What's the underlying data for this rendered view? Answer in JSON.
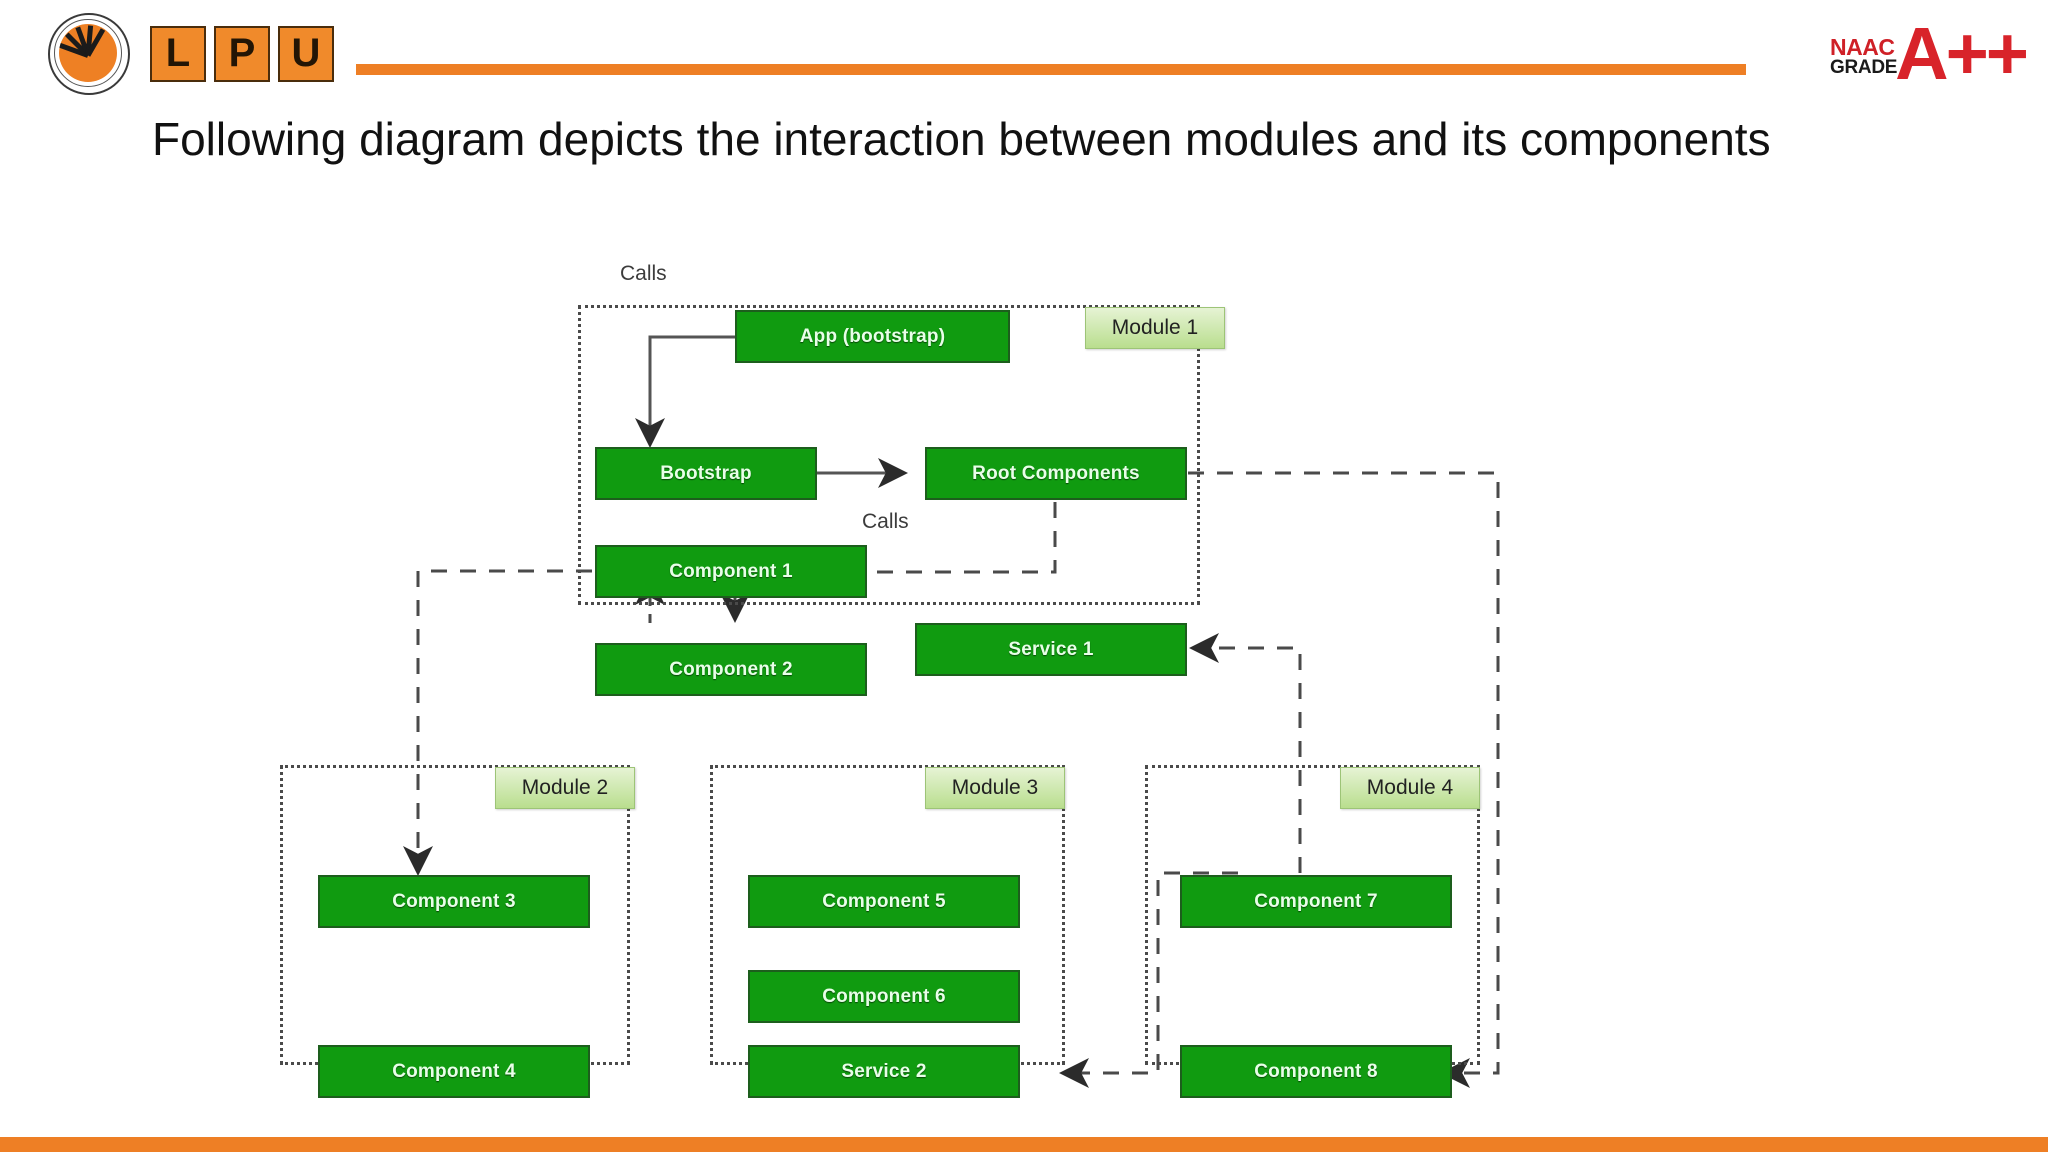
{
  "header": {
    "logo_seal_text": "LOVELY PROFESSIONAL UNIVERSITY PUNJAB (INDIA)",
    "letters": [
      "L",
      "P",
      "U"
    ],
    "accreditation": {
      "line1": "NAAC",
      "line2": "GRADE",
      "grade": "A++"
    },
    "colors": {
      "orange": "#ee7f25",
      "naac_red": "#d8232a",
      "logo_tile": "#f08a2b"
    }
  },
  "slide": {
    "title": "Following diagram depicts the interaction between modules and its components"
  },
  "diagram": {
    "type": "module-component-interaction",
    "colors": {
      "node_fill": "#109b10",
      "node_border": "#1d5e1d",
      "node_text": "#e8ffe8",
      "module_label_fill": "#b9de8e",
      "connector": "#4a4a4a"
    },
    "root_node": {
      "label": "App (bootstrap)"
    },
    "edge_labels": [
      {
        "id": "calls-app-bootstrap",
        "text": "Calls"
      },
      {
        "id": "calls-root-component1",
        "text": "Calls"
      }
    ],
    "modules": [
      {
        "label": "Module 1",
        "nodes": [
          {
            "label": "Bootstrap"
          },
          {
            "label": "Root Components"
          },
          {
            "label": "Component 1"
          },
          {
            "label": "Component 2"
          },
          {
            "label": "Service 1"
          }
        ]
      },
      {
        "label": "Module 2",
        "nodes": [
          {
            "label": "Component 3"
          },
          {
            "label": "Component 4"
          }
        ]
      },
      {
        "label": "Module 3",
        "nodes": [
          {
            "label": "Component 5"
          },
          {
            "label": "Component 6"
          },
          {
            "label": "Service 2"
          }
        ]
      },
      {
        "label": "Module 4",
        "nodes": [
          {
            "label": "Component 7"
          },
          {
            "label": "Component 8"
          }
        ]
      }
    ]
  }
}
